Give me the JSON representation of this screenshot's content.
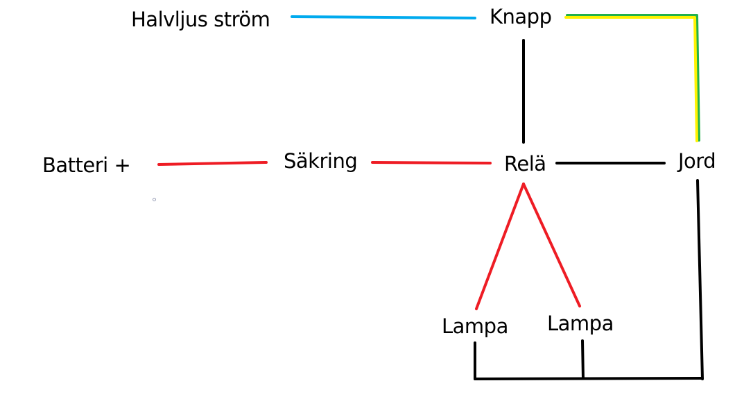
{
  "diagram": {
    "title": "",
    "nodes": [
      {
        "id": "halvljus",
        "label": "Halvljus ström"
      },
      {
        "id": "knapp",
        "label": "Knapp"
      },
      {
        "id": "batteri",
        "label": "Batteri +"
      },
      {
        "id": "sakring",
        "label": "Säkring"
      },
      {
        "id": "rela",
        "label": "Relä"
      },
      {
        "id": "jord",
        "label": "Jord"
      },
      {
        "id": "lampa1",
        "label": "Lampa"
      },
      {
        "id": "lampa2",
        "label": "Lampa"
      }
    ],
    "wire_colors": {
      "blue": "#00aaee",
      "red": "#ee1c24",
      "black": "#000000",
      "yellow": "#fff200",
      "green": "#22b14c"
    },
    "connections": [
      {
        "from": "halvljus",
        "to": "knapp",
        "color": "blue"
      },
      {
        "from": "knapp",
        "to": "jord",
        "color": "yellow-green"
      },
      {
        "from": "knapp",
        "to": "rela",
        "color": "black"
      },
      {
        "from": "batteri",
        "to": "sakring",
        "color": "red"
      },
      {
        "from": "sakring",
        "to": "rela",
        "color": "red"
      },
      {
        "from": "rela",
        "to": "jord",
        "color": "black"
      },
      {
        "from": "rela",
        "to": "lampa1",
        "color": "red"
      },
      {
        "from": "rela",
        "to": "lampa2",
        "color": "red"
      },
      {
        "from": "lampa1",
        "to": "jord",
        "color": "black"
      },
      {
        "from": "lampa2",
        "to": "jord",
        "color": "black"
      }
    ]
  }
}
